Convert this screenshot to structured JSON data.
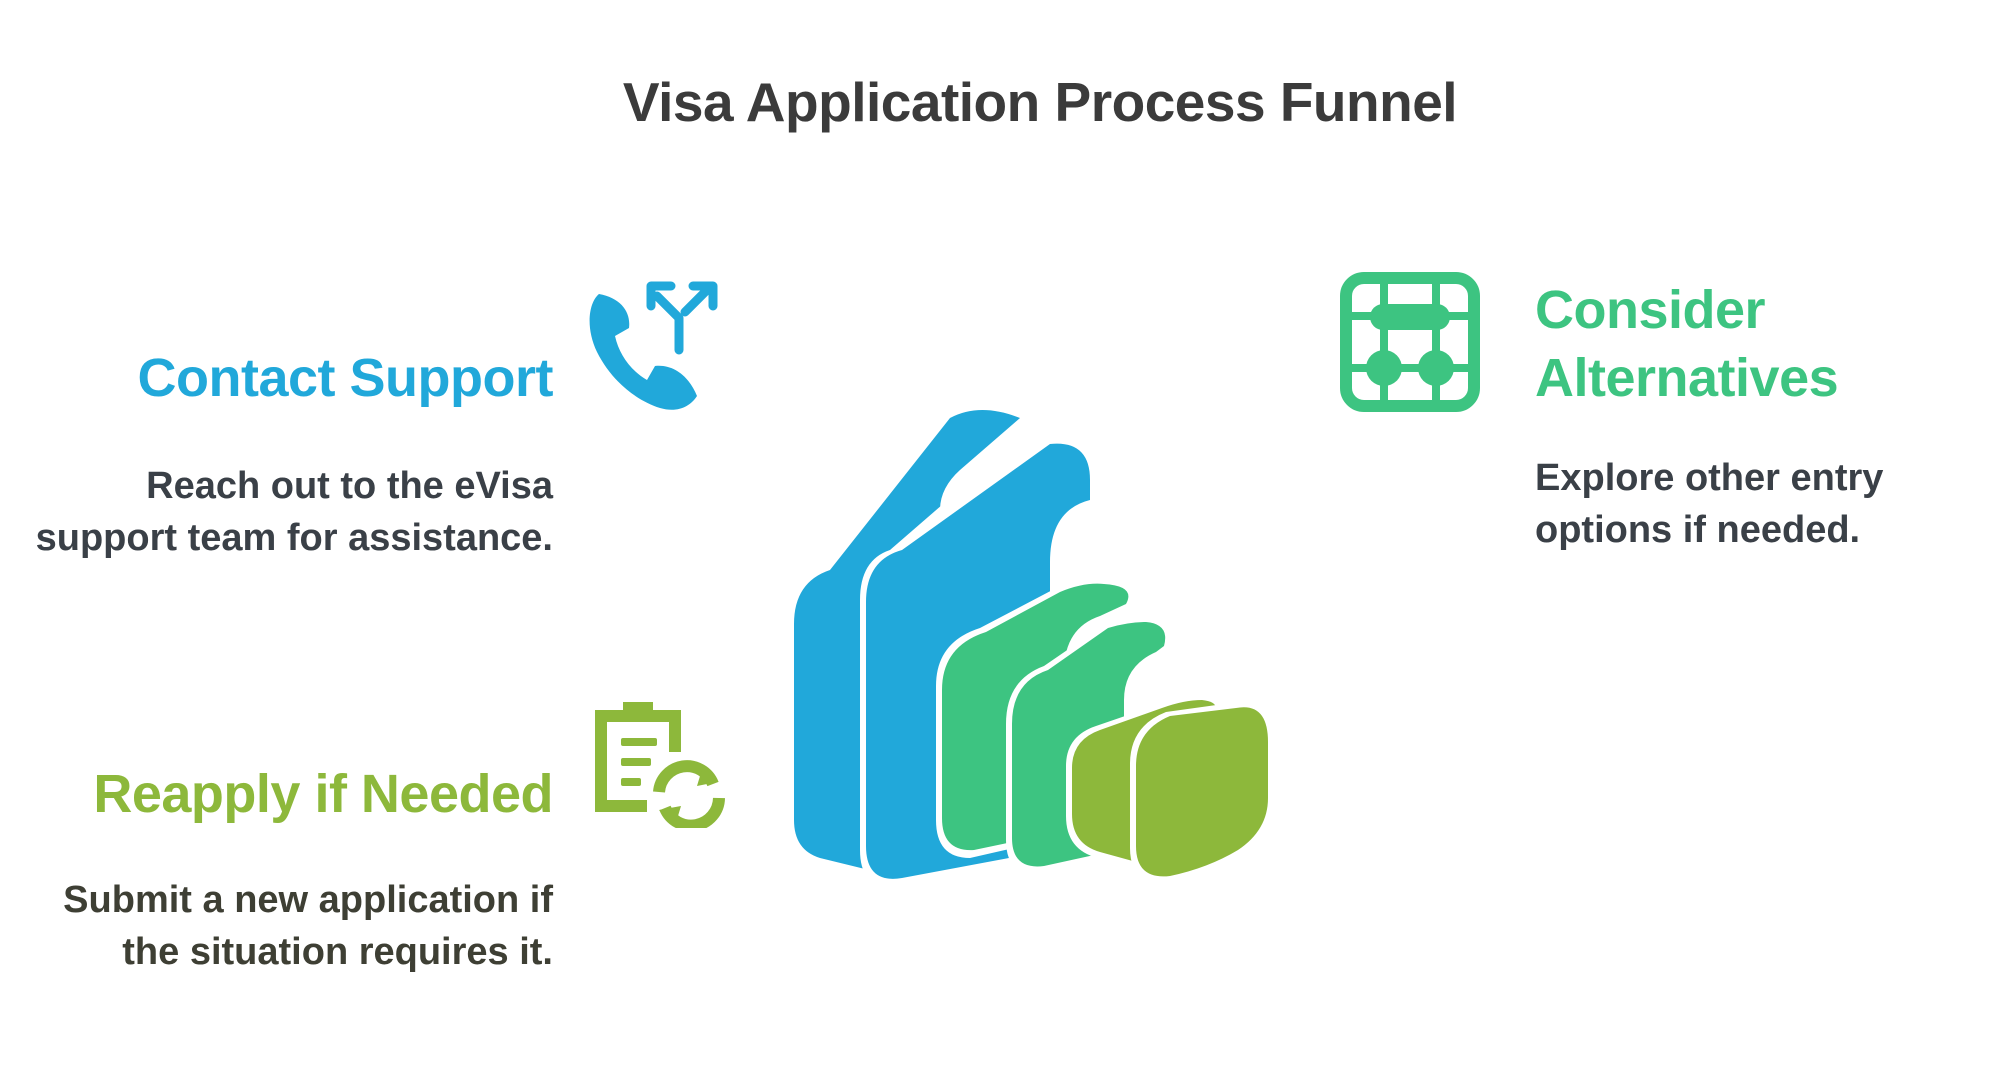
{
  "title": "Visa Application Process Funnel",
  "items": {
    "contact": {
      "heading": "Contact Support",
      "description": "Reach out to the eVisa support team for assistance.",
      "icon": "phone-arrows-icon",
      "color": "#21a8da"
    },
    "reapply": {
      "heading": "Reapply if Needed",
      "description": "Submit a new application if the situation requires it.",
      "icon": "clipboard-refresh-icon",
      "color": "#8db83b"
    },
    "alternatives": {
      "heading": "Consider Alternatives",
      "description": "Explore other entry options if needed.",
      "icon": "network-grid-icon",
      "color": "#3dc481"
    }
  },
  "funnel_colors": {
    "blue": "#21a8da",
    "green": "#3dc481",
    "lime": "#8db83b"
  }
}
